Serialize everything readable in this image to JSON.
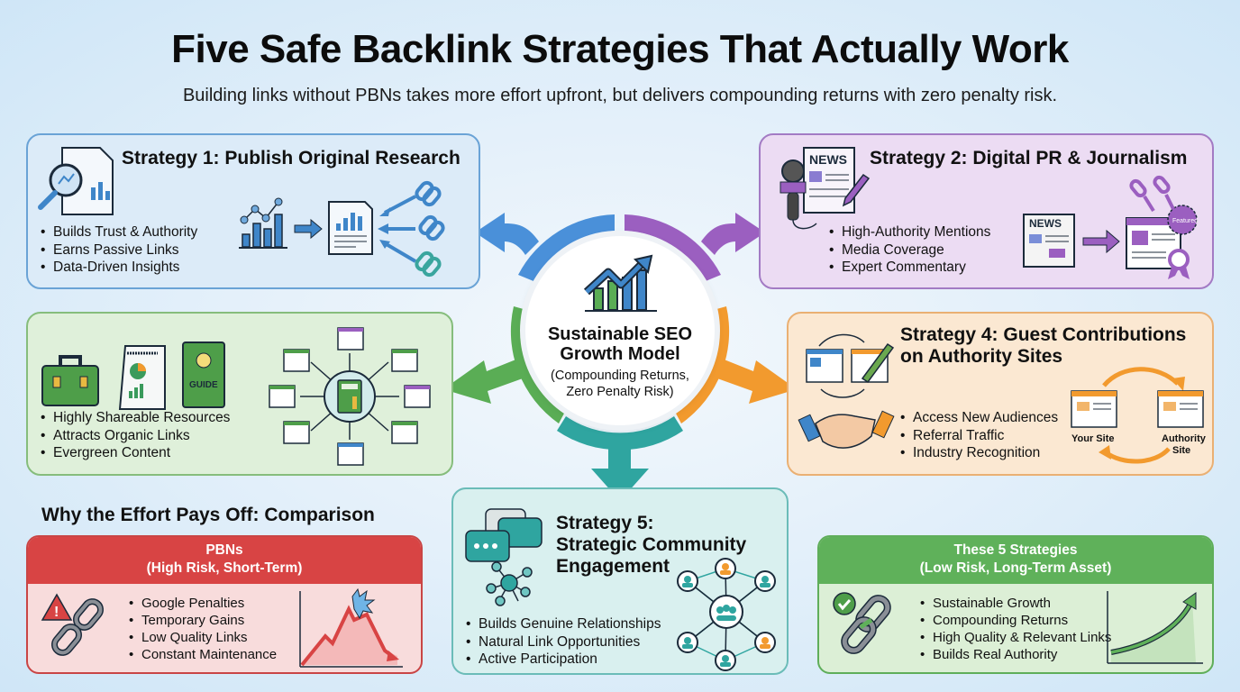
{
  "header": {
    "title": "Five Safe Backlink Strategies That Actually Work",
    "subtitle": "Building links without PBNs takes more effort upfront, but delivers compounding returns with zero penalty risk."
  },
  "colors": {
    "strategy1": "#4a90d9",
    "strategy2": "#9b5fc0",
    "strategy3": "#5aad55",
    "strategy4": "#f29a2e",
    "strategy5": "#2fa5a0",
    "pbn_red": "#d84444",
    "safe_green": "#5fb15a"
  },
  "hub": {
    "title_line1": "Sustainable SEO",
    "title_line2": "Growth Model",
    "sub_line1": "(Compounding Returns,",
    "sub_line2": "Zero Penalty Risk)",
    "icon": "growth-chart-icon"
  },
  "strategies": [
    {
      "title": "Strategy 1: Publish Original Research",
      "bullets": [
        "Builds Trust & Authority",
        "Earns Passive Links",
        "Data-Driven Insights"
      ],
      "icons": [
        "research-report-icon",
        "bar-chart-icon",
        "document-icon",
        "link-icon"
      ]
    },
    {
      "title": "Strategy 2: Digital PR & Journalism",
      "bullets": [
        "High-Authority Mentions",
        "Media Coverage",
        "Expert Commentary"
      ],
      "icons": [
        "microphone-icon",
        "newspaper-icon",
        "featured-badge-icon"
      ],
      "news_label": "NEWS",
      "badge_label": "Featured"
    },
    {
      "title": "",
      "bullets": [
        "Highly Shareable Resources",
        "Attracts Organic Links",
        "Evergreen Content"
      ],
      "icons": [
        "toolkit-icon",
        "infographic-icon",
        "guide-book-icon",
        "calculator-icon"
      ],
      "guide_label": "GUIDE"
    },
    {
      "title_line1": "Strategy 4: Guest Contributions",
      "title_line2": "on Authority Sites",
      "bullets": [
        "Access New Audiences",
        "Referral Traffic",
        "Industry Recognition"
      ],
      "icons": [
        "handshake-icon",
        "browser-icon"
      ],
      "your_site_label": "Your Site",
      "authority_label_line1": "Authority",
      "authority_label_line2": "Site"
    },
    {
      "title_line1": "Strategy 5:",
      "title_line2": "Strategic Community",
      "title_line3": "Engagement",
      "bullets": [
        "Builds Genuine Relationships",
        "Natural Link Opportunities",
        "Active Participation"
      ],
      "icons": [
        "chat-bubbles-icon",
        "network-icon",
        "community-icon"
      ]
    }
  ],
  "comparison": {
    "heading": "Why the Effort Pays Off: Comparison",
    "bad": {
      "title_line1": "PBNs",
      "title_line2": "(High Risk, Short-Term)",
      "bullets": [
        "Google Penalties",
        "Temporary Gains",
        "Low Quality Links",
        "Constant Maintenance"
      ]
    },
    "good": {
      "title_line1": "These 5 Strategies",
      "title_line2": "(Low Risk, Long-Term Asset)",
      "bullets": [
        "Sustainable Growth",
        "Compounding Returns",
        "High Quality & Relevant Links",
        "Builds Real Authority"
      ]
    }
  }
}
